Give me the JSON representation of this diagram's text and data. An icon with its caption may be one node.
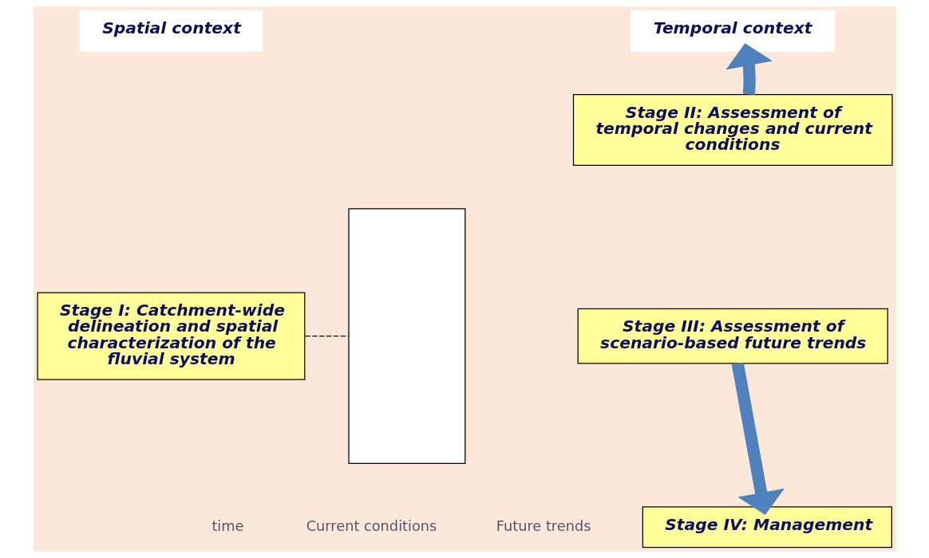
{
  "diagram": {
    "nodes": [
      {
        "text": [
          "Spatial context"
        ]
      },
      {
        "text": [
          "Temporal context"
        ]
      },
      {
        "text": [
          "Stage I: Catchment-wide delineation and spatial characterization of the fluvial system"
        ]
      },
      {
        "text": [
          "Stage II: Assessment of temporal changes and current conditions"
        ]
      },
      {
        "text": [
          "Stage III: Assessment of scenario-based future trends"
        ]
      },
      {
        "text": [
          "Stage IV: Management"
        ]
      },
      {
        "text": [],
        "shape": "box"
      }
    ],
    "edges": [
      {
        "from": 3,
        "to": 1,
        "arrow": "to"
      },
      {
        "from": 2,
        "to": 6,
        "arrow": "none",
        "style": "dashed",
        "color": "#000000"
      },
      {
        "from": 4,
        "to": 5,
        "arrow": "to"
      }
    ],
    "labels": [
      "time",
      "Current conditions",
      "Future trends"
    ]
  }
}
